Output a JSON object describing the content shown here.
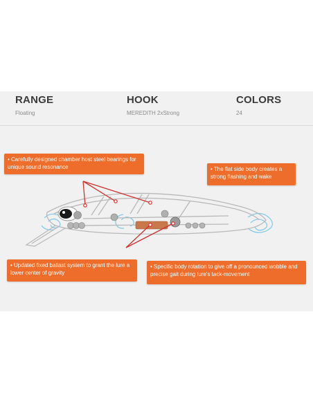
{
  "specs": {
    "range": {
      "title": "RANGE",
      "value": "Floating"
    },
    "hook": {
      "title": "HOOK",
      "value": "MEREDITH 2xStrong"
    },
    "colors": {
      "title": "COLORS",
      "value": "24"
    }
  },
  "callouts": {
    "chamber": "• Carefully designed chamber host steel bearings for unique sound resonance",
    "flat_side": "• The flat side body creates a strong flashing and wake",
    "ballast": "• Updated fixed ballast system to grant the lure a lower center of gravity",
    "rotation": "• Specific body rotation to give off a pronounced wobble and precise gait during lure's tack-movement"
  },
  "colors": {
    "accent": "#ee6d2b",
    "pointer": "#d32f2f",
    "body_outline": "#b8b8b8",
    "water_swirl": "#7fc8e8"
  }
}
